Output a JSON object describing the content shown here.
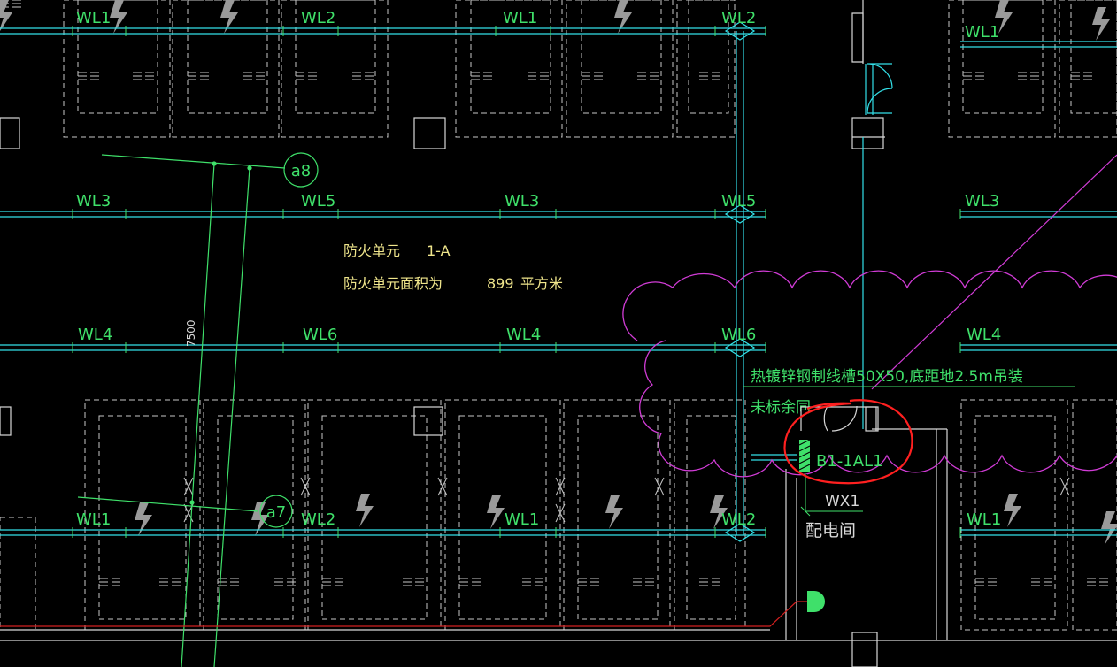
{
  "colors": {
    "background": "#000000",
    "cable_tray": "#33e0e8",
    "label_green": "#3fe06a",
    "fixture_gray": "#c8c8c8",
    "text_yellow": "#f0e68c",
    "revision_cloud": "#d13cd6",
    "markup_red": "#ff2020",
    "feeder_red": "#d42020",
    "wall_white": "#d8d8d8"
  },
  "circuits": {
    "row1": [
      "WL1",
      "WL2",
      "WL1",
      "WL2",
      "WL1"
    ],
    "row2": [
      "WL3",
      "WL5",
      "WL3",
      "WL5",
      "WL3"
    ],
    "row3": [
      "WL4",
      "WL6",
      "WL4",
      "WL6",
      "WL4"
    ],
    "row4": [
      "WL1",
      "WL2",
      "WL1",
      "WL2",
      "WL1"
    ]
  },
  "axes": {
    "a8": "a8",
    "a7": "a7",
    "dim": "7500"
  },
  "fire_unit": {
    "label": "防火单元",
    "code": "1-A",
    "area_label": "防火单元面积为",
    "area_value": "899",
    "area_unit": "平方米"
  },
  "tray_note": {
    "line1": "热镀锌钢制线槽50X50,底距地2.5m吊装",
    "line2": "未标余同"
  },
  "panel": {
    "id": "B1-1AL1",
    "feeder": "WX1",
    "room": "配电间"
  }
}
